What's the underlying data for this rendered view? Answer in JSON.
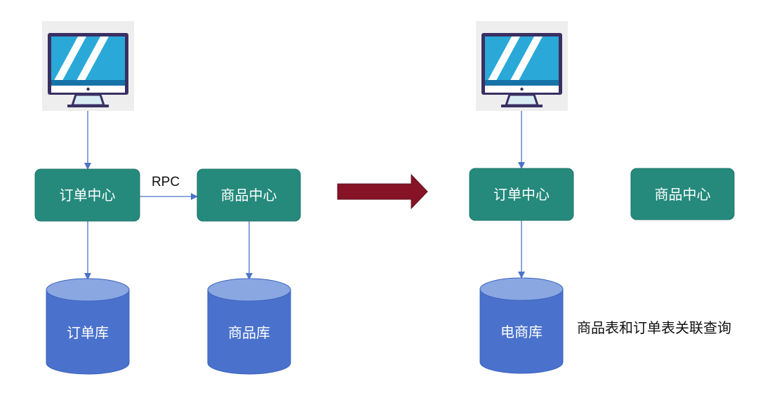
{
  "left": {
    "order_service": "订单中心",
    "product_service": "商品中心",
    "rpc_label": "RPC",
    "order_db": "订单库",
    "product_db": "商品库"
  },
  "right": {
    "order_service": "订单中心",
    "product_service": "商品中心",
    "merged_db": "电商库",
    "join_note": "商品表和订单表关联查询"
  },
  "colors": {
    "service_box": "#258a7c",
    "database_body": "#4a72cc",
    "database_top": "#8aa7e2",
    "arrow_line": "#4c74c8",
    "transition_arrow": "#861426",
    "monitor_screen": "#2aa9d8",
    "monitor_frame": "#3a2f63"
  }
}
